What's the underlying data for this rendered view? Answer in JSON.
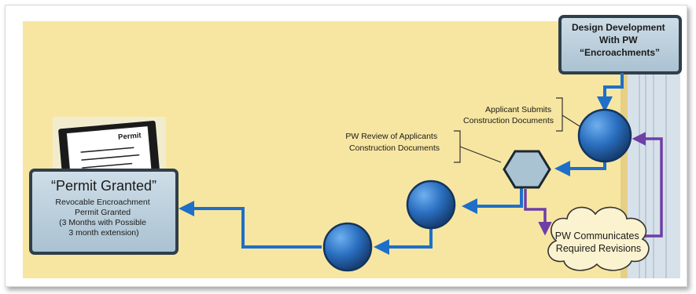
{
  "boxes": {
    "design_development": [
      "Design Development",
      "With PW",
      "“Encroachments”"
    ],
    "permit_granted": {
      "title": "“Permit Granted”",
      "lines": [
        "Revocable Encroachment",
        "Permit Granted",
        "(3 Months with Possible",
        "3 month extension)"
      ]
    }
  },
  "labels": {
    "applicant_submits": [
      "Applicant Submits",
      "Construction Documents"
    ],
    "pw_review": [
      "PW Review of Applicants",
      "Construction Documents"
    ]
  },
  "cloud": [
    "PW Communicates",
    "Required Revisions"
  ],
  "permit_card": {
    "heading": "Permit"
  },
  "colors": {
    "background": "#f7e6a1",
    "box_fill": "#b9cfdc",
    "box_border": "#2f3f4a",
    "node": "#2a6fc0",
    "arrow_blue": "#1e6fc9",
    "arrow_purple": "#6e3fa6",
    "hexagon": "#a9c3d3",
    "lane": "#d7e1ea"
  }
}
